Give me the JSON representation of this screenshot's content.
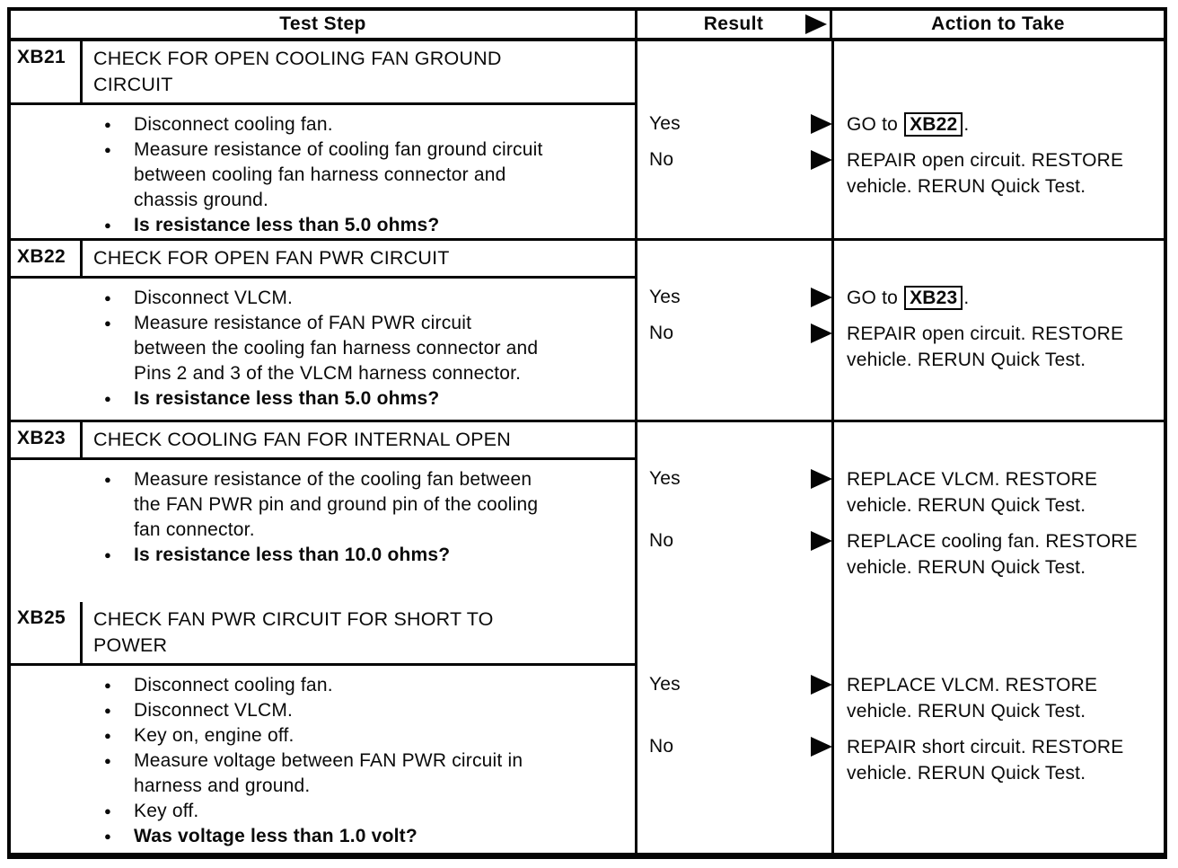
{
  "colors": {
    "ink": "#0a0a0a",
    "paper": "#ffffff"
  },
  "table": {
    "headers": {
      "test_step": "Test Step",
      "result": "Result",
      "result_arrow_icon": "filled-right-arrow",
      "action": "Action to Take"
    }
  },
  "tests": [
    {
      "id": "XB21",
      "title": "CHECK FOR OPEN COOLING FAN GROUND CIRCUIT",
      "instructions": [
        {
          "text": "Disconnect cooling fan.",
          "bold": false
        },
        {
          "text": "Measure resistance of cooling fan ground circuit between cooling fan harness connector and chassis ground.",
          "bold": false
        },
        {
          "text": "Is resistance less than 5.0 ohms?",
          "bold": true
        }
      ],
      "results": [
        {
          "answer": "Yes",
          "arrow_icon": "filled-right-arrow",
          "action_parts": [
            {
              "text": "GO to "
            },
            {
              "text": "XB22",
              "boxed": true
            },
            {
              "text": "."
            }
          ]
        },
        {
          "answer": "No",
          "arrow_icon": "filled-right-arrow",
          "action_parts": [
            {
              "text": "REPAIR open circuit. RESTORE vehicle. RERUN Quick Test."
            }
          ]
        }
      ]
    },
    {
      "id": "XB22",
      "title": "CHECK FOR OPEN FAN PWR CIRCUIT",
      "instructions": [
        {
          "text": "Disconnect VLCM.",
          "bold": false
        },
        {
          "text": "Measure resistance of FAN PWR circuit between the cooling fan harness connector and Pins 2 and 3 of the VLCM harness connector.",
          "bold": false
        },
        {
          "text": "Is resistance less than 5.0 ohms?",
          "bold": true
        }
      ],
      "results": [
        {
          "answer": "Yes",
          "arrow_icon": "filled-right-arrow",
          "action_parts": [
            {
              "text": "GO to "
            },
            {
              "text": "XB23",
              "boxed": true
            },
            {
              "text": "."
            }
          ]
        },
        {
          "answer": "No",
          "arrow_icon": "filled-right-arrow",
          "action_parts": [
            {
              "text": "REPAIR open circuit. RESTORE vehicle. RERUN Quick Test."
            }
          ]
        }
      ]
    },
    {
      "id": "XB23",
      "title": "CHECK COOLING FAN FOR INTERNAL OPEN",
      "instructions": [
        {
          "text": "Measure resistance of the cooling fan between the FAN PWR pin and ground pin of the cooling fan connector.",
          "bold": false
        },
        {
          "text": "Is resistance less than 10.0 ohms?",
          "bold": true
        }
      ],
      "results": [
        {
          "answer": "Yes",
          "arrow_icon": "filled-right-arrow",
          "action_parts": [
            {
              "text": "REPLACE VLCM. RESTORE vehicle. RERUN Quick Test."
            }
          ]
        },
        {
          "answer": "No",
          "arrow_icon": "filled-right-arrow",
          "action_parts": [
            {
              "text": "REPLACE cooling fan. RESTORE vehicle. RERUN Quick Test."
            }
          ]
        }
      ]
    },
    {
      "id": "XB25",
      "title": "CHECK FAN PWR CIRCUIT FOR SHORT TO POWER",
      "instructions": [
        {
          "text": "Disconnect cooling fan.",
          "bold": false
        },
        {
          "text": "Disconnect VLCM.",
          "bold": false
        },
        {
          "text": "Key on, engine off.",
          "bold": false
        },
        {
          "text": "Measure voltage between FAN PWR circuit in harness and ground.",
          "bold": false
        },
        {
          "text": "Key off.",
          "bold": false
        },
        {
          "text": "Was voltage less than 1.0 volt?",
          "bold": true
        }
      ],
      "results": [
        {
          "answer": "Yes",
          "arrow_icon": "filled-right-arrow",
          "action_parts": [
            {
              "text": "REPLACE VLCM. RESTORE vehicle. RERUN Quick Test."
            }
          ]
        },
        {
          "answer": "No",
          "arrow_icon": "filled-right-arrow",
          "action_parts": [
            {
              "text": "REPAIR short circuit. RESTORE vehicle. RERUN Quick Test."
            }
          ]
        }
      ]
    }
  ]
}
